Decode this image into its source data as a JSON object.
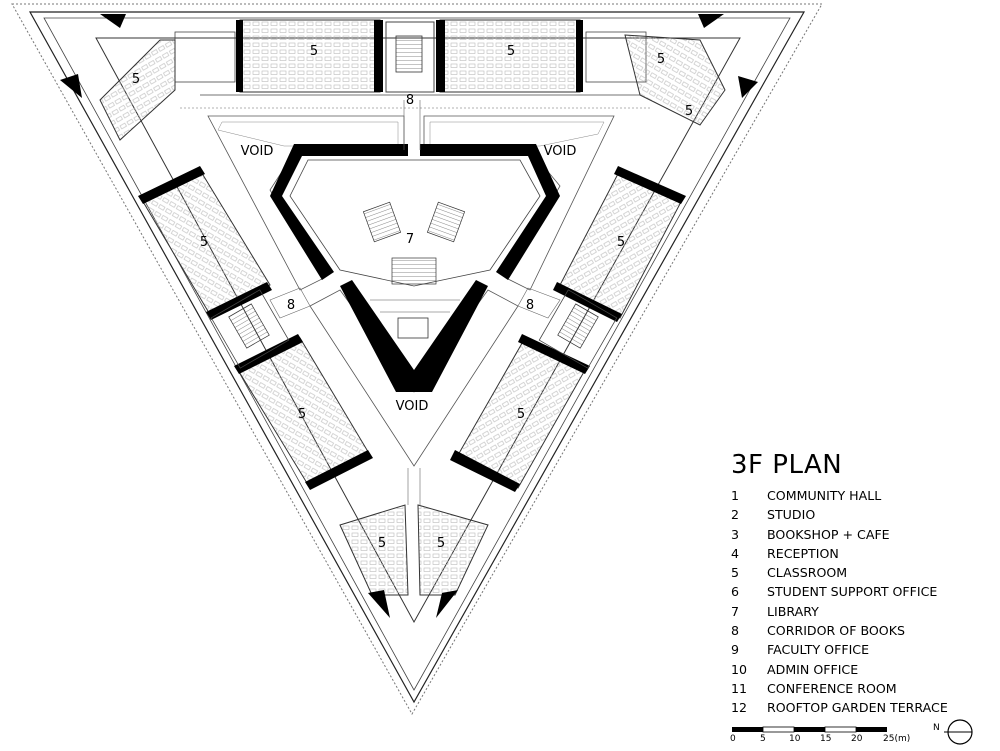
{
  "plan": {
    "title": "3F PLAN",
    "labels": {
      "classroom": "5",
      "library": "7",
      "corridor": "8",
      "void": "VOID"
    }
  },
  "legend": [
    {
      "num": "1",
      "name": "COMMUNITY HALL"
    },
    {
      "num": "2",
      "name": "STUDIO"
    },
    {
      "num": "3",
      "name": "BOOKSHOP + CAFE"
    },
    {
      "num": "4",
      "name": "RECEPTION"
    },
    {
      "num": "5",
      "name": "CLASSROOM"
    },
    {
      "num": "6",
      "name": "STUDENT SUPPORT OFFICE"
    },
    {
      "num": "7",
      "name": "LIBRARY"
    },
    {
      "num": "8",
      "name": "CORRIDOR OF BOOKS"
    },
    {
      "num": "9",
      "name": "FACULTY OFFICE"
    },
    {
      "num": "10",
      "name": "ADMIN OFFICE"
    },
    {
      "num": "11",
      "name": "CONFERENCE ROOM"
    },
    {
      "num": "12",
      "name": "ROOFTOP GARDEN TERRACE"
    }
  ],
  "scale": {
    "ticks": [
      "0",
      "5",
      "10",
      "15",
      "20",
      "25(m)"
    ]
  },
  "north": {
    "label": "N"
  }
}
